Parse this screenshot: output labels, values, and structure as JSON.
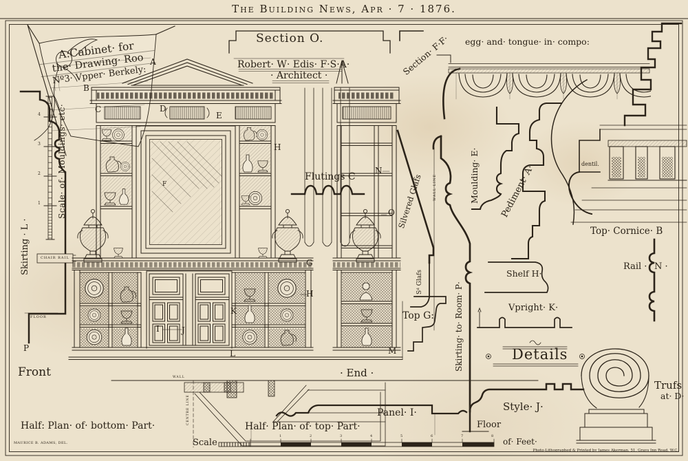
{
  "plate": {
    "header": "The Building News, Apr · 7 ·  1876.",
    "paper": "#eadfc9",
    "ink": "#2c241a",
    "credit_left": "MAURICE B. ADAMS, DEL.",
    "credit_right": "Photo-Lithographed & Printed by James Akerman. 51. Grays Inn Road. W.C."
  },
  "cartouche": {
    "line1": "A:Cabinet· for",
    "line2": "the· Drawing· Roo",
    "line3": "Nº3· Vpper· Berkely:"
  },
  "headings": {
    "section_o": "Section O.",
    "architect_line1": "Robert· W· Edis· F·S·A·",
    "architect_line2": "· Architect ·",
    "details": "Details"
  },
  "labels": {
    "egg_tongue": "egg· and· tongue· in· compo:",
    "section_ff": "Section· F·F·",
    "scale_mouldings": "Scale· of· Mouldings· etc·",
    "skirting_l": "Skirting · L ·",
    "chair_rail": "CHAIR  RAIL",
    "floor_small": "FLOOR",
    "flutings_c": "Flutings C",
    "silvered_glass": "Silvered Glafs",
    "wall_line": "WALL LINE",
    "sd_glass": "Sᵈ Glafs",
    "moulding_e": "Moulding· E·",
    "pediment_a": "Pediment· A·",
    "dentil": "dentil.",
    "top_cornice_b": "Top· Cornice· B",
    "rail": "Rail ·",
    "rail_n": "N ·",
    "shelf_h": "Shelf H·",
    "upright_k": "Vpright· K·",
    "top_g": "Top G:",
    "skirting_room_p": "Skirting· to· Room· P·",
    "style_j": "Style· J·",
    "panel_i": "Panel· I·",
    "floor": "Floor",
    "of_feet": "of· Feet·",
    "scale": "Scale",
    "trufs": "Trufs",
    "trufs_at_d": "at· D·",
    "front": "Front",
    "end": "· End ·",
    "half_bottom": "Half: Plan· of· bottom· Part·",
    "half_top": "Half· Plan· of· top· Part·",
    "wall": "WALL",
    "centre_line": "CENTRE LINE"
  },
  "letters": {
    "a": "A",
    "b": "B",
    "c": "C",
    "d": "D",
    "e": "E",
    "f": "F",
    "g": "G",
    "h": "H",
    "h2": "H",
    "i": "I",
    "j": "J",
    "k": "K",
    "l": "L",
    "m": "M",
    "n": "N",
    "o": "O",
    "p": "P"
  },
  "ruler": {
    "numbers": [
      "4",
      "3",
      "2",
      "1"
    ]
  },
  "scale_bar": {
    "numbers": [
      "1",
      "2",
      "3",
      "4",
      "5",
      "6",
      "7",
      "8"
    ]
  }
}
